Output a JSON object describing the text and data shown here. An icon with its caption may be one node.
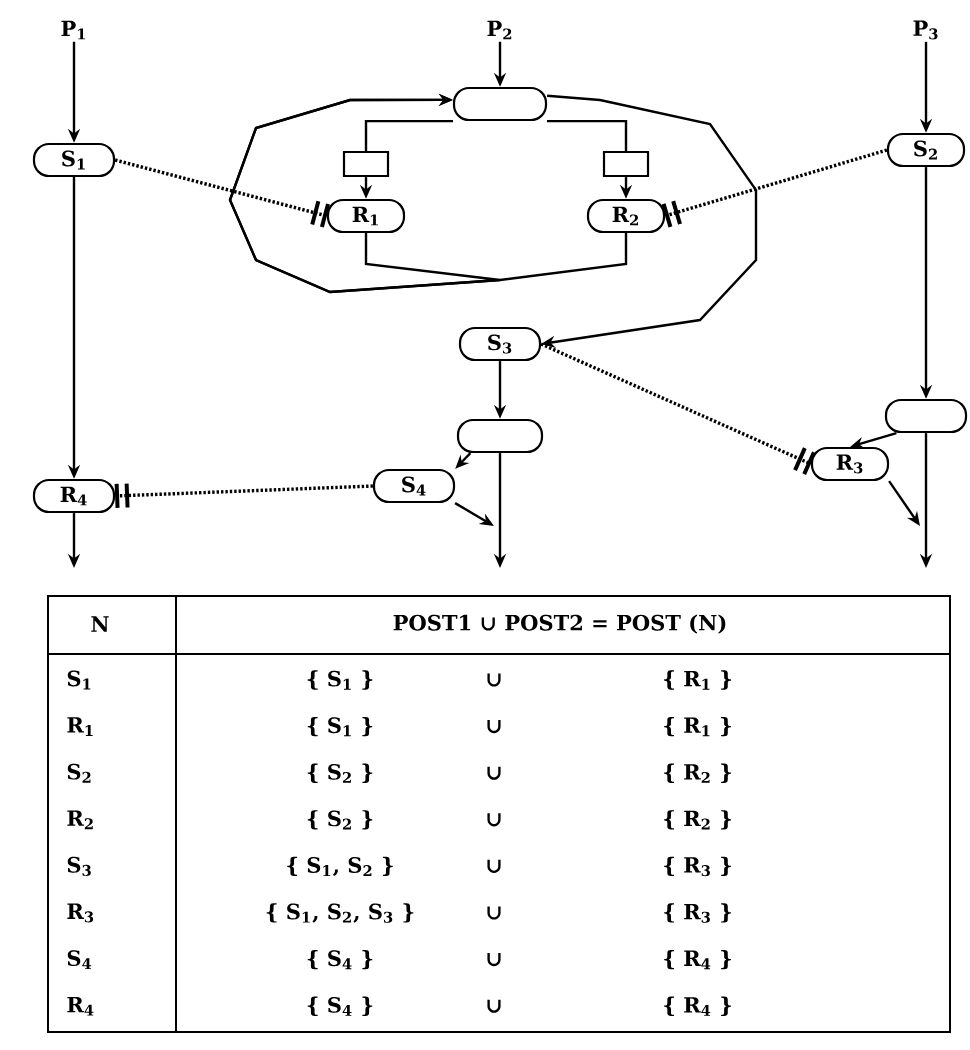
{
  "diagram": {
    "nodes": [
      {
        "text": [
          "P$_{1}$"
        ]
      },
      {
        "text": [
          "S$_{1}$"
        ]
      },
      {
        "text": [
          "P$_{2}$"
        ]
      },
      {
        "text": [],
        "shape": "oval"
      },
      {
        "text": [],
        "shape": "box"
      },
      {
        "text": [
          "R$_{1}$"
        ]
      },
      {
        "text": [],
        "shape": "box"
      },
      {
        "text": [
          "R$_{2}$"
        ]
      },
      {
        "text": [
          "P$_{3}$"
        ]
      },
      {
        "text": [
          "S$_{2}$"
        ]
      },
      {
        "text": [
          "S$_{3}$"
        ]
      },
      {
        "text": [],
        "shape": "oval"
      },
      {
        "text": [
          "S$_{4}$"
        ]
      },
      {
        "text": [
          "R$_{4}$"
        ]
      },
      {
        "text": [],
        "shape": "oval"
      },
      {
        "text": [
          "R$_{3}$"
        ]
      }
    ],
    "edges": [
      {
        "from": 0,
        "to": 1,
        "arrow": "to"
      },
      {
        "from": 1,
        "to": 13,
        "arrow": "to"
      },
      {
        "from": 13,
        "to": null,
        "arrow": "to"
      },
      {
        "from": 2,
        "to": 3,
        "arrow": "to"
      },
      {
        "from": 3,
        "to": 4,
        "arrow": "none"
      },
      {
        "from": 4,
        "to": 5,
        "arrow": "to"
      },
      {
        "from": 3,
        "to": 6,
        "arrow": "none"
      },
      {
        "from": 6,
        "to": 7,
        "arrow": "to"
      },
      {
        "from": 5,
        "to": 3,
        "arrow": "to"
      },
      {
        "from": 7,
        "to": 3,
        "arrow": "to"
      },
      {
        "from": 3,
        "to": 10,
        "arrow": "to"
      },
      {
        "from": 10,
        "to": 11,
        "arrow": "to"
      },
      {
        "from": 11,
        "to": 12,
        "arrow": "to"
      },
      {
        "from": 12,
        "to": null,
        "arrow": "to"
      },
      {
        "from": 11,
        "to": null,
        "arrow": "to"
      },
      {
        "from": 8,
        "to": 9,
        "arrow": "to"
      },
      {
        "from": 9,
        "to": 14,
        "arrow": "to"
      },
      {
        "from": 14,
        "to": 15,
        "arrow": "to"
      },
      {
        "from": 15,
        "to": null,
        "arrow": "to"
      },
      {
        "from": 14,
        "to": null,
        "arrow": "to"
      },
      {
        "from": 1,
        "to": 5,
        "arrow": "other",
        "style": "dashed"
      },
      {
        "from": 9,
        "to": 7,
        "arrow": "other",
        "style": "dashed"
      },
      {
        "from": 10,
        "to": 15,
        "arrow": "other",
        "style": "dashed"
      },
      {
        "from": 12,
        "to": 13,
        "arrow": "other",
        "style": "dashed"
      }
    ],
    "labels": [
      "N",
      "POST1 ∪ POST2 = POST (N)",
      "S$_{1}$",
      "{ S$_{1}$ }",
      "∪",
      "{ R$_{1}$ }",
      "R$_{1}$",
      "{ S$_{1}$ }",
      "∪",
      "{ R$_{1}$ }",
      "S$_{2}$",
      "{ S$_{2}$ }",
      "∪",
      "{ R$_{2}$ }",
      "R$_{2}$",
      "{ S$_{2}$ }",
      "∪",
      "{ R$_{2}$ }",
      "S$_{3}$",
      "{ S$_{1}$, S$_{2}$ }",
      "∪",
      "{ R$_{3}$ }",
      "R$_{3}$",
      "{ S$_{1}$, S$_{2}$, S$_{3}$ }",
      "∪",
      "{ R$_{3}$ }",
      "S$_{4}$",
      "{ S$_{4}$ }",
      "∪",
      "{ R$_{4}$ }",
      "R$_{4}$",
      "{ S$_{4}$ }",
      "∪",
      "{ R$_{4}$ }"
    ]
  }
}
